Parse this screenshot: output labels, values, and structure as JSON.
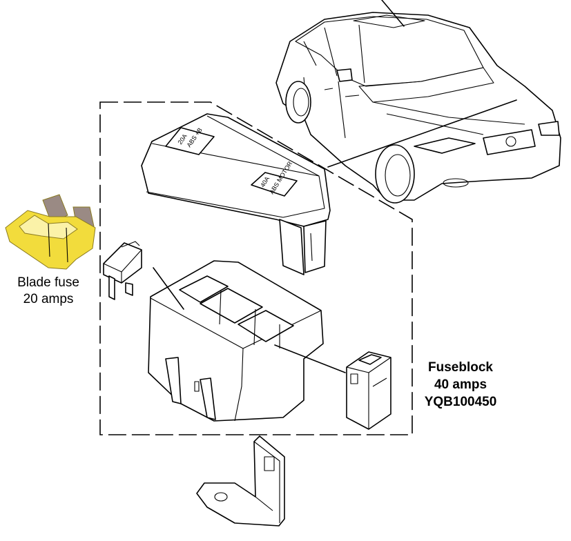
{
  "labels": {
    "blade_fuse_line1": "Blade fuse",
    "blade_fuse_line2": "20 amps",
    "fuseblock_line1": "Fuseblock",
    "fuseblock_line2": "40 amps",
    "fuseblock_line3": "YQB100450"
  },
  "cover_markings": {
    "top_line1": "20A",
    "top_line2": "ABS +B",
    "side_line1": "40A",
    "side_line2": "ABS MOTOR"
  },
  "colors": {
    "blade_fuse_body": "#f2dc3c",
    "blade_fuse_highlight": "#fbf2a8",
    "blade_fuse_terminal": "#9a8a84",
    "line": "#000000",
    "background": "#ffffff"
  }
}
